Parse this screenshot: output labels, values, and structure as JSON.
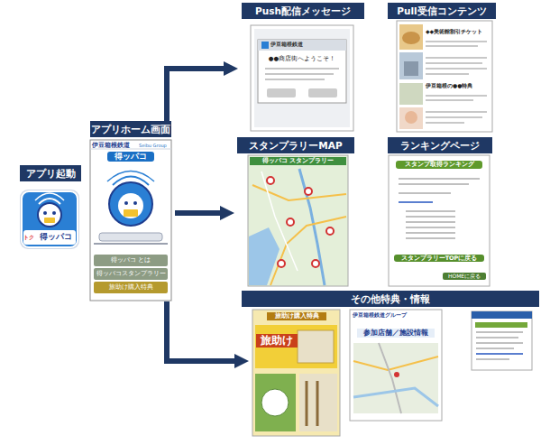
{
  "diagram": {
    "nodes": [
      {
        "text": [
          "アプリ起動",
          "トク",
          "得ッパコ"
        ]
      },
      {
        "text": [
          "アプリホーム画面",
          "伊豆箱根鉄道",
          "Seibu Group",
          "得ッパコ",
          "得ッパコ とは",
          "得ッパコスタンプラリー",
          "旅助け購入特典"
        ]
      },
      {
        "text": [
          "Push配信メッセージ",
          "伊豆箱根鉄道",
          "●●商店街へようこそ！"
        ]
      },
      {
        "text": [
          "Pull受信コンテンツ",
          "◆◆美術館割引チケット",
          "伊豆箱根の●●特典"
        ]
      },
      {
        "text": [
          "スタンプラリーMAP",
          "得ッパコ スタンプラリー"
        ]
      },
      {
        "text": [
          "ランキングページ",
          "スタンプ取得ランキング",
          "スタンプラリーTOPに戻る",
          "HOMEに戻る"
        ]
      },
      {
        "text": [
          "その他特典・情報"
        ]
      },
      {
        "text": [
          "旅助け購入特典",
          "旅助け"
        ]
      },
      {
        "text": [
          "伊豆箱根鉄道グループ",
          "参加店舗／施設情報"
        ]
      }
    ],
    "edges": [
      {
        "from": 1,
        "to": 2,
        "arrow": "to"
      },
      {
        "from": 1,
        "to": 4,
        "arrow": "to"
      },
      {
        "from": 1,
        "to": 7,
        "arrow": "to"
      }
    ]
  }
}
